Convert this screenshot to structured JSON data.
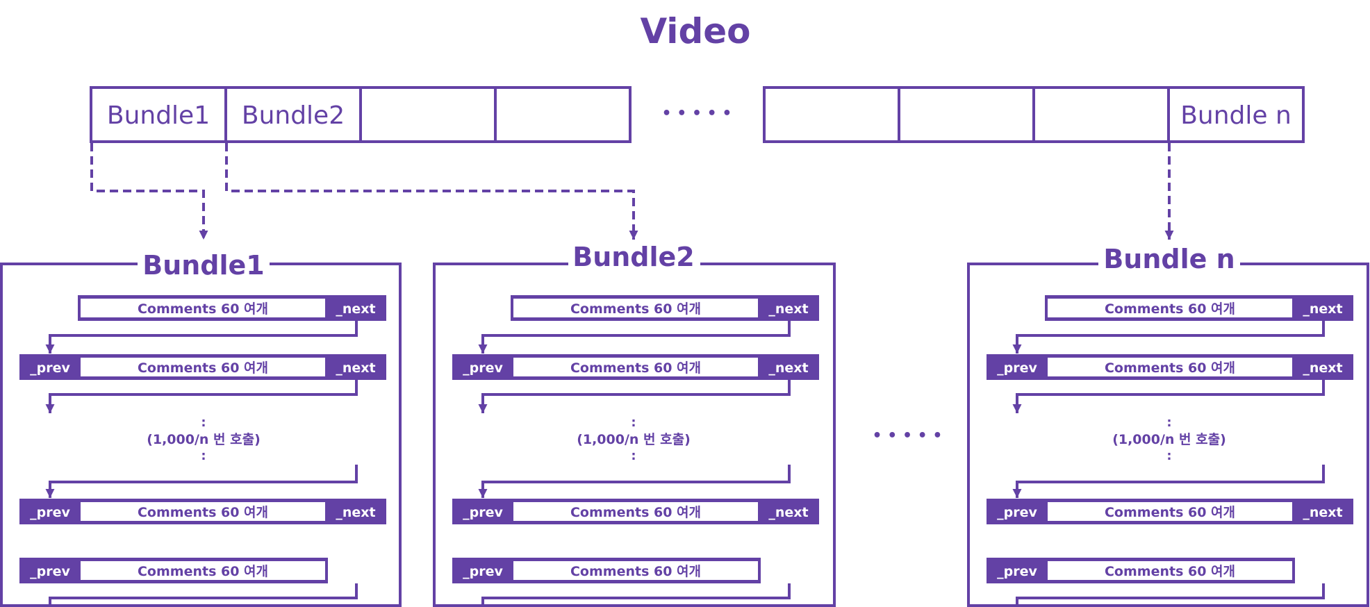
{
  "title": "Video",
  "video_row": {
    "cells_left": [
      "Bundle1",
      "Bundle2",
      "",
      ""
    ],
    "ellipsis": "• • • • •",
    "cells_right": [
      "",
      "",
      "",
      "Bundle n"
    ]
  },
  "between_bundles_ellipsis": "• • • • •",
  "bundles": [
    {
      "title": "Bundle1",
      "rows": [
        {
          "prev": "",
          "comment": "Comments 60 여개",
          "next": "_next"
        },
        {
          "prev": "_prev",
          "comment": "Comments 60 여개",
          "next": "_next"
        },
        {
          "prev": "_prev",
          "comment": "Comments 60 여개",
          "next": "_next"
        },
        {
          "prev": "_prev",
          "comment": "Comments 60 여개",
          "next": ""
        }
      ],
      "middle": {
        "dot_top": ":",
        "call_text": "(1,000/n 번 호출)",
        "dot_bottom": ":"
      }
    },
    {
      "title": "Bundle2",
      "rows": [
        {
          "prev": "",
          "comment": "Comments 60 여개",
          "next": "_next"
        },
        {
          "prev": "_prev",
          "comment": "Comments 60 여개",
          "next": "_next"
        },
        {
          "prev": "_prev",
          "comment": "Comments 60 여개",
          "next": "_next"
        },
        {
          "prev": "_prev",
          "comment": "Comments 60 여개",
          "next": ""
        }
      ],
      "middle": {
        "dot_top": ":",
        "call_text": "(1,000/n 번 호출)",
        "dot_bottom": ":"
      }
    },
    {
      "title": "Bundle n",
      "rows": [
        {
          "prev": "",
          "comment": "Comments 60 여개",
          "next": "_next"
        },
        {
          "prev": "_prev",
          "comment": "Comments 60 여개",
          "next": "_next"
        },
        {
          "prev": "_prev",
          "comment": "Comments 60 여개",
          "next": "_next"
        },
        {
          "prev": "_prev",
          "comment": "Comments 60 여개",
          "next": ""
        }
      ],
      "middle": {
        "dot_top": ":",
        "call_text": "(1,000/n 번 호출)",
        "dot_bottom": ":"
      }
    }
  ],
  "colors": {
    "accent": "#6341a5",
    "background": "#ffffff"
  }
}
